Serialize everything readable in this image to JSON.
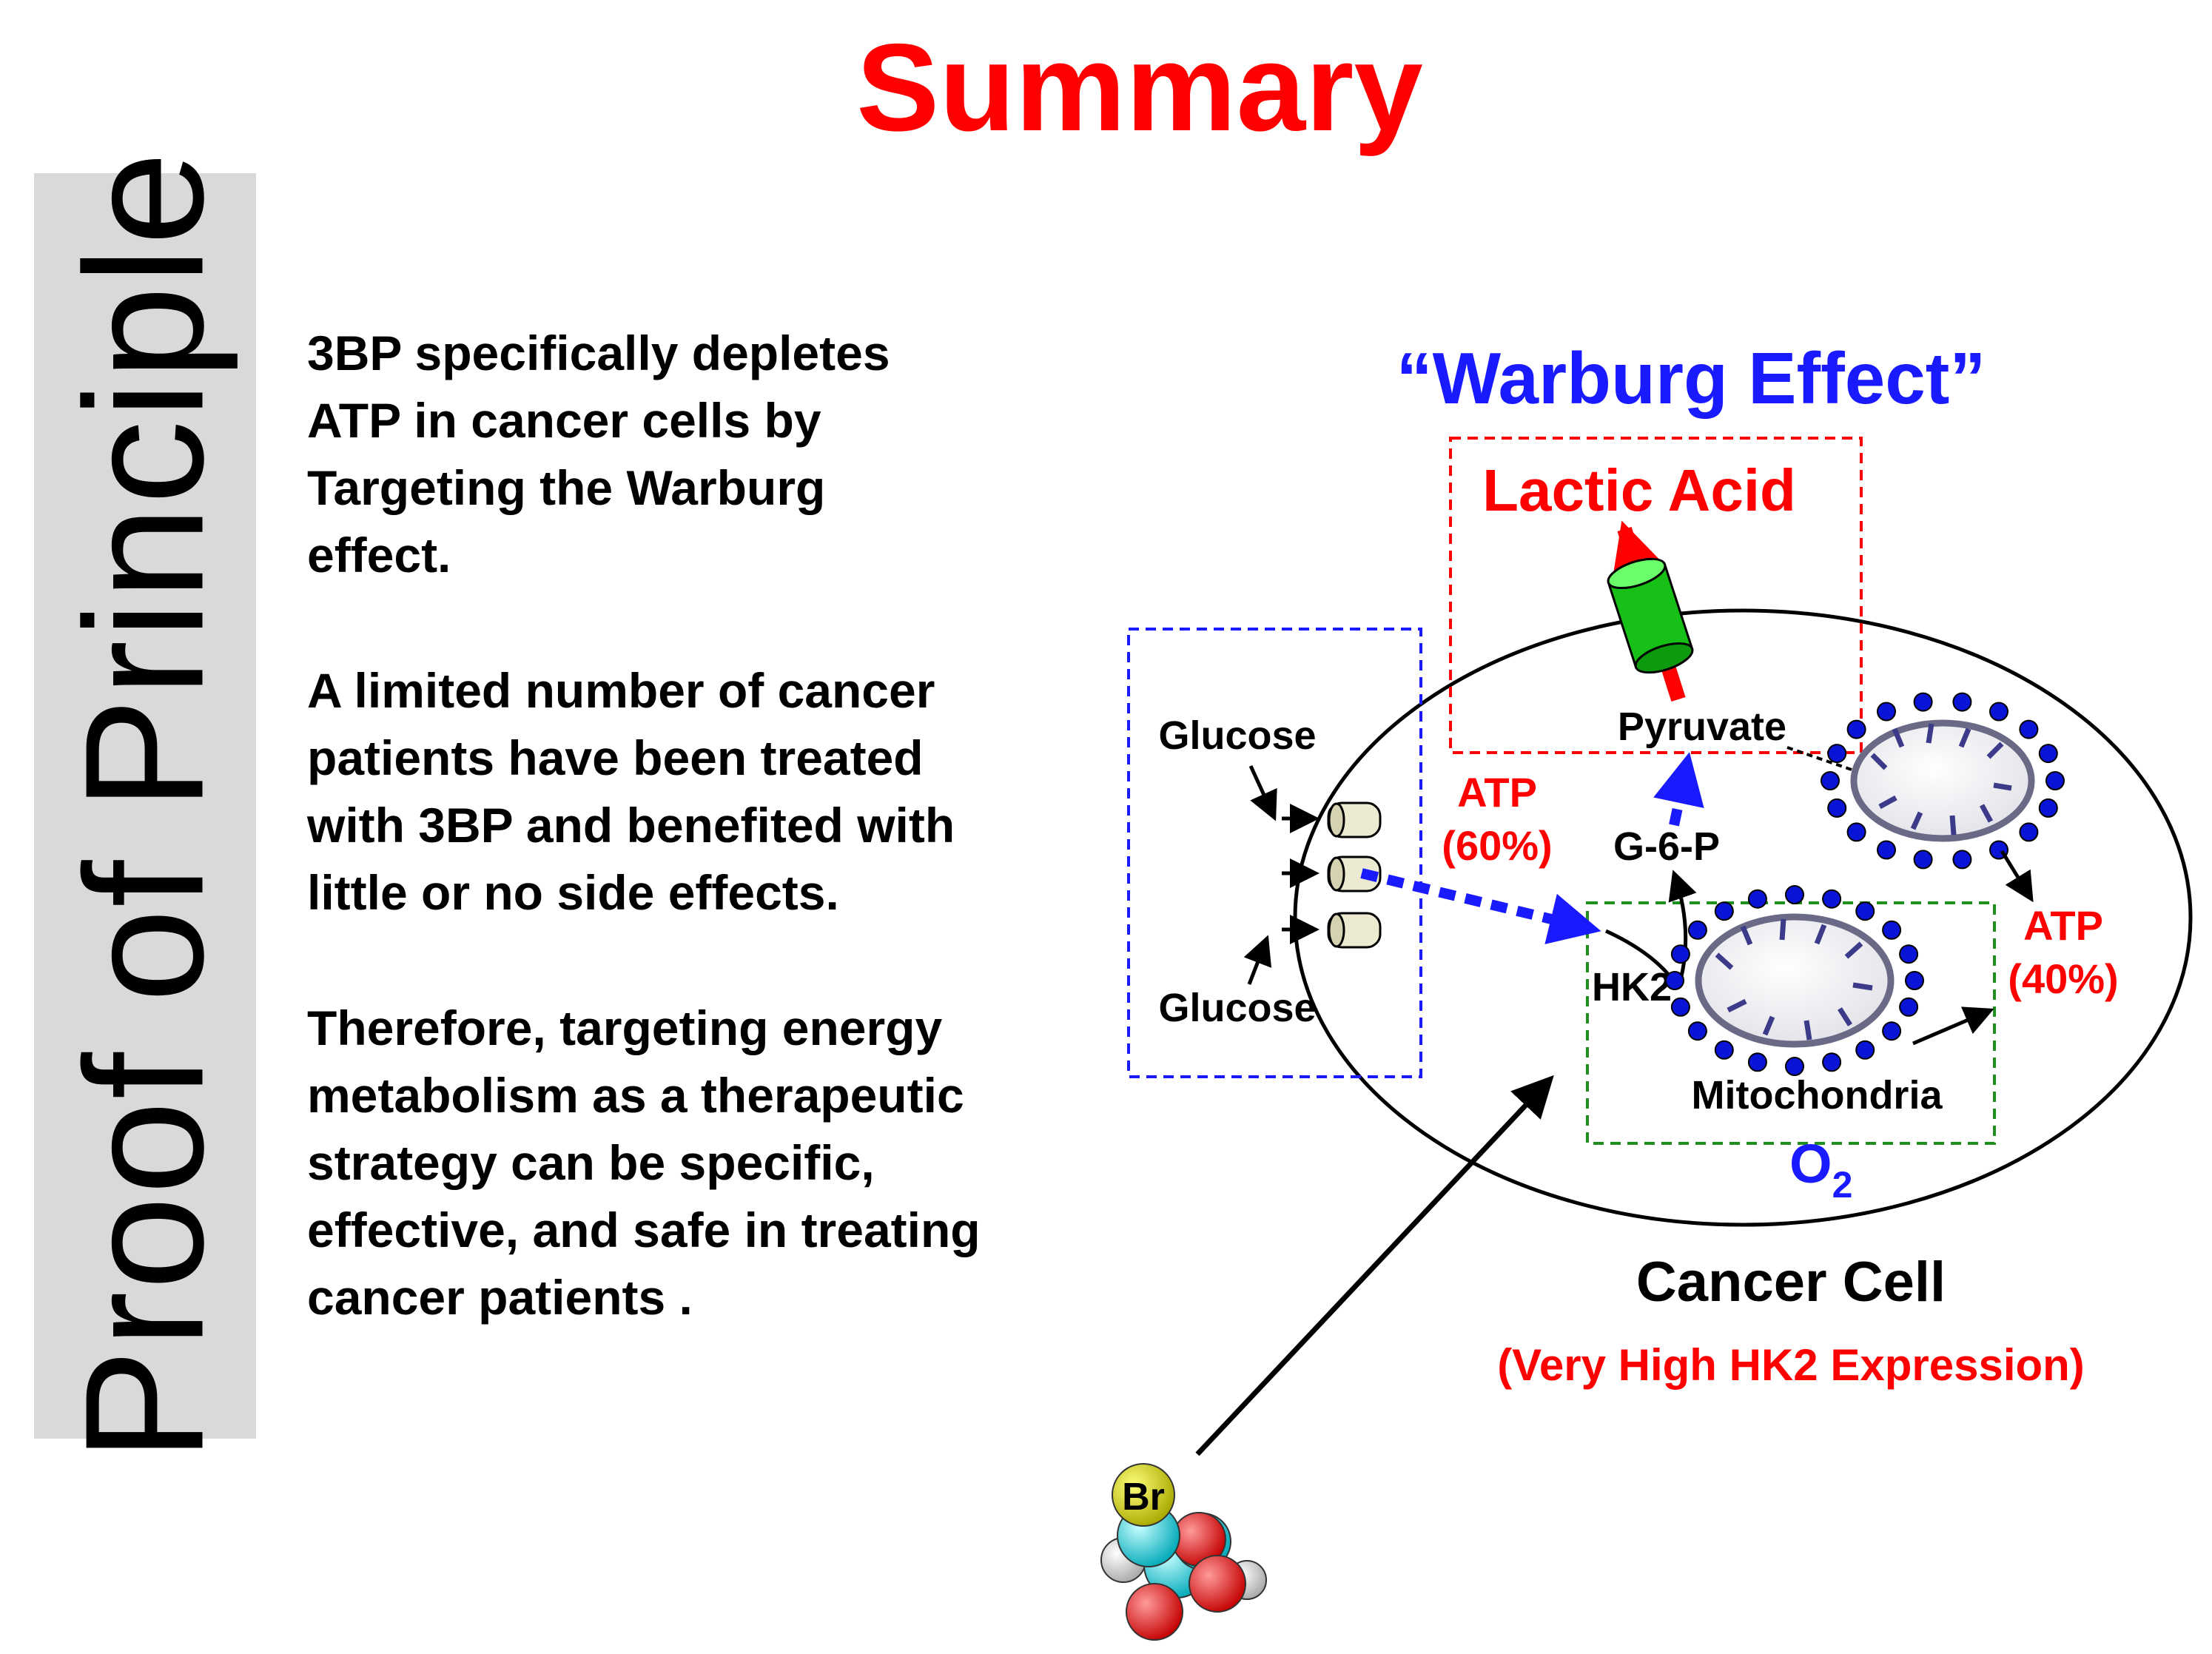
{
  "title": "Summary",
  "side_banner": "Proof of Principle",
  "paragraphs": [
    "3BP specifically depletes\nATP in cancer cells by\nTargeting  the Warburg\neffect.",
    "A limited number of cancer\npatients have been treated\nwith 3BP and benefited with\nlittle or no side effects.",
    "Therefore, targeting  energy\nmetabolism as a therapeutic\nstrategy can be specific,\neffective, and safe in treating\ncancer patients ."
  ],
  "diagram": {
    "heading": "“Warburg Effect”",
    "lactic_acid": "Lactic Acid",
    "pyruvate": "Pyruvate",
    "glucose_top": "Glucose",
    "glucose_bottom": "Glucose",
    "atp_left": "ATP",
    "atp_left_pct": "(60%)",
    "atp_right": "ATP",
    "atp_right_pct": "(40%)",
    "g6p": "G-6-P",
    "hk2": "HK2",
    "mitochondria": "Mitochondria",
    "oxygen": "O",
    "oxygen_sub": "2",
    "cell_label": "Cancer Cell",
    "cell_sublabel": "(Very High HK2 Expression)",
    "bromine": "Br"
  },
  "colors": {
    "title": "#ff0000",
    "heading": "#1a1aff",
    "red_label": "#ff0000",
    "glycolysis_box": "#1a1aff",
    "lactate_box": "#ff0000",
    "mito_box": "#1f8f1f",
    "mito_dots": "#0a14d6",
    "transporter": "#16c016"
  }
}
